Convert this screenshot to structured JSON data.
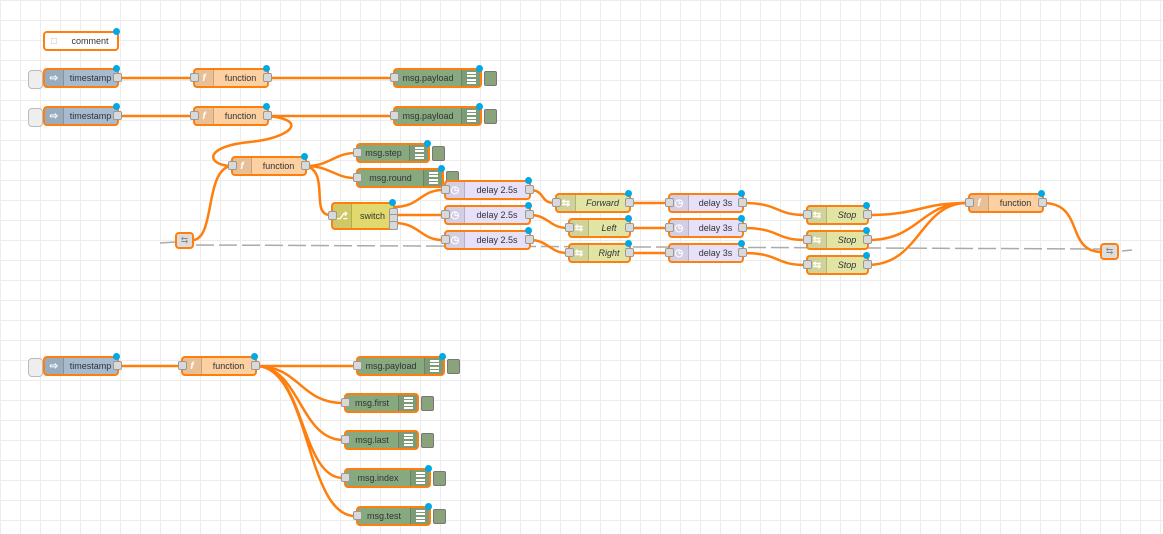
{
  "colors": {
    "wire": "#ff7f0e",
    "inject": "#a6bbcf",
    "function": "#fdd0a2",
    "debug": "#87a980",
    "switch": "#e2d96e",
    "delay": "#e6e0f8",
    "change": "#e2e4a4",
    "selected_border": "#ff7f0e",
    "status_dot": "#00a8e6"
  },
  "icons": {
    "inject": "arrow-right-icon",
    "function": "function-f-icon",
    "debug": "list-bars-icon",
    "switch": "switch-branch-icon",
    "delay": "clock-icon",
    "change": "shuffle-arrows-icon",
    "link": "link-icon"
  },
  "nodes": {
    "comment": "comment",
    "inject1": "timestamp",
    "func1": "function",
    "debug1": "msg.payload",
    "inject2": "timestamp",
    "func2": "function",
    "debug2": "msg.payload",
    "func3": "function",
    "debug_step": "msg.step",
    "debug_round": "msg.round",
    "switch": "switch",
    "delay1": "delay 2.5s",
    "delay2": "delay 2.5s",
    "delay3": "delay 2.5s",
    "forward": "Forward",
    "left": "Left",
    "right": "Right",
    "delay4": "delay 3s",
    "delay5": "delay 3s",
    "delay6": "delay 3s",
    "stop1": "Stop",
    "stop2": "Stop",
    "stop3": "Stop",
    "func4": "function",
    "inject3": "timestamp",
    "func5": "function",
    "debug3": "msg.payload",
    "debug_first": "msg.first",
    "debug_last": "msg.last",
    "debug_index": "msg.index",
    "debug_test": "msg.test"
  }
}
